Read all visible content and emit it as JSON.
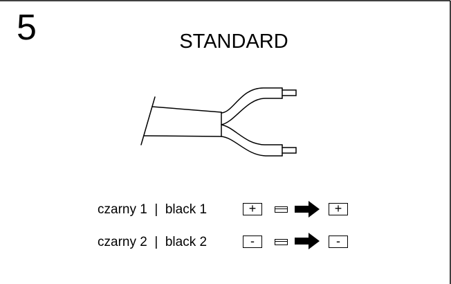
{
  "step_number": "5",
  "title": "STANDARD",
  "connections": [
    {
      "label": "czarny 1  |  black 1",
      "source_polarity": "+",
      "target_polarity": "+"
    },
    {
      "label": "czarny 2  |  black 2",
      "source_polarity": "-",
      "target_polarity": "-"
    }
  ],
  "icons": [
    "cable-illustration",
    "plug-icon",
    "arrow-right-icon"
  ]
}
